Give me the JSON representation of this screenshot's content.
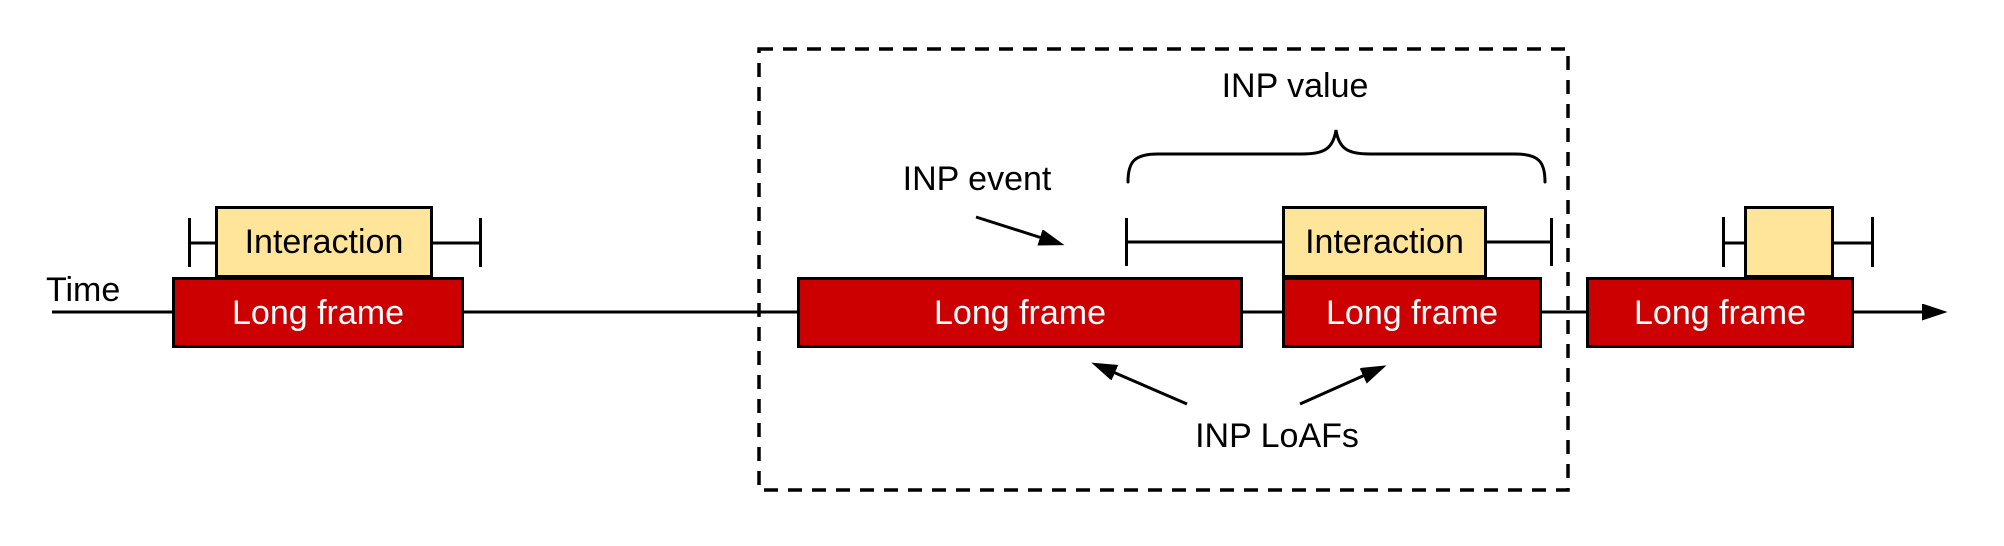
{
  "colors": {
    "long_frame_fill": "#CC0000",
    "interaction_fill": "#FFE599",
    "stroke": "#000000",
    "long_frame_text": "#FFFFFF",
    "label_text": "#000000"
  },
  "labels": {
    "time": "Time",
    "inp_event": "INP event",
    "inp_value": "INP value",
    "inp_loafs": "INP LoAFs"
  },
  "boxes": {
    "long_frame_1": "Long frame",
    "interaction_1": "Interaction",
    "long_frame_2": "Long frame",
    "long_frame_3": "Long frame",
    "interaction_2": "Interaction",
    "interaction_3": "",
    "long_frame_4": "Long frame"
  }
}
